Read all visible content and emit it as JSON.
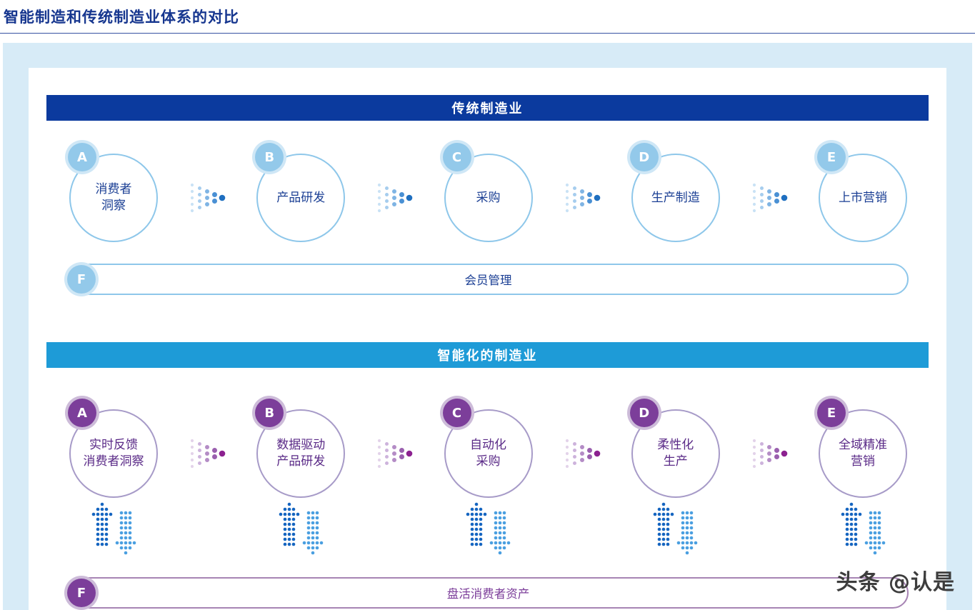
{
  "page_title": "智能制造和传统制造业体系的对比",
  "watermark": "头条 @认是",
  "traditional": {
    "header": "传统制造业",
    "items": [
      {
        "badge": "A",
        "label": "消费者\n洞察"
      },
      {
        "badge": "B",
        "label": "产品研发"
      },
      {
        "badge": "C",
        "label": "采购"
      },
      {
        "badge": "D",
        "label": "生产制造"
      },
      {
        "badge": "E",
        "label": "上市营销"
      }
    ],
    "footer": {
      "badge": "F",
      "label": "会员管理"
    }
  },
  "smart": {
    "header": "智能化的制造业",
    "items": [
      {
        "badge": "A",
        "label": "实时反馈\n消费者洞察"
      },
      {
        "badge": "B",
        "label": "数据驱动\n产品研发"
      },
      {
        "badge": "C",
        "label": "自动化\n采购"
      },
      {
        "badge": "D",
        "label": "柔性化\n生产"
      },
      {
        "badge": "E",
        "label": "全域精准\n营销"
      }
    ],
    "footer": {
      "badge": "F",
      "label": "盘活消费者资产"
    }
  },
  "colors": {
    "title_text": "#16368f",
    "background": "#d7ebf7",
    "card": "#ffffff",
    "traditional_header_bg": "#0b3a9e",
    "traditional_accent": "#8ec7ea",
    "traditional_text": "#1b3f94",
    "smart_header_bg": "#1e9bd7",
    "smart_circle_border": "#a79bc8",
    "smart_badge": "#7c3e9a",
    "smart_text": "#5a2a87",
    "smart_pill_border": "#a784b4",
    "dots_blue": [
      "#c9e2f5",
      "#a6cdee",
      "#7fb4e4",
      "#4a90d4",
      "#1f6fc0"
    ],
    "dots_purple": [
      "#e3d3ea",
      "#cdb3dc",
      "#b48cc6",
      "#9a5fae",
      "#8c2190"
    ],
    "arrow_up": "#1565c0",
    "arrow_down": "#4a9fe0",
    "watermark_text": "#3d3d3d"
  }
}
